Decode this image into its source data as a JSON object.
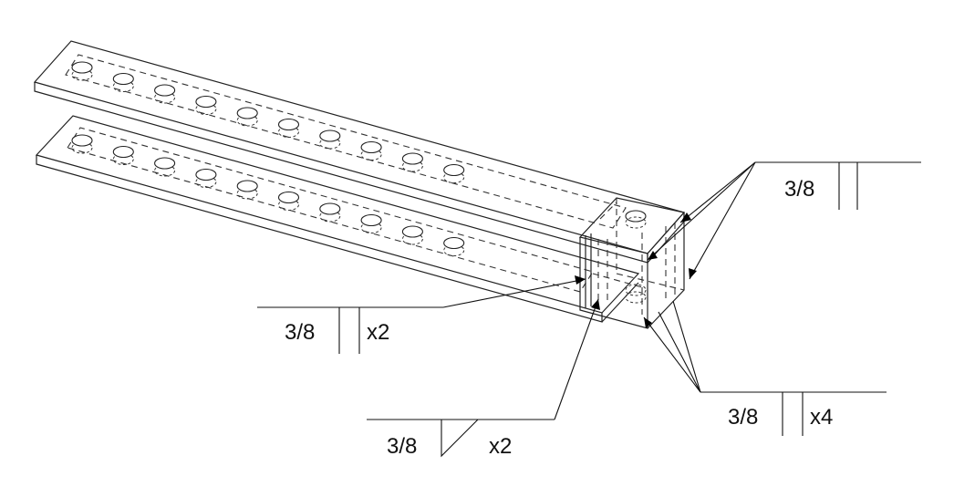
{
  "weld_callouts": {
    "top_right": {
      "size": "3/8",
      "qty": ""
    },
    "left": {
      "size": "3/8",
      "qty": "x2"
    },
    "bottom": {
      "size": "3/8",
      "qty": "x2"
    },
    "bottom_right": {
      "size": "3/8",
      "qty": "x4"
    }
  },
  "holes": {
    "upper_bar_count": 10,
    "lower_bar_count": 10
  }
}
